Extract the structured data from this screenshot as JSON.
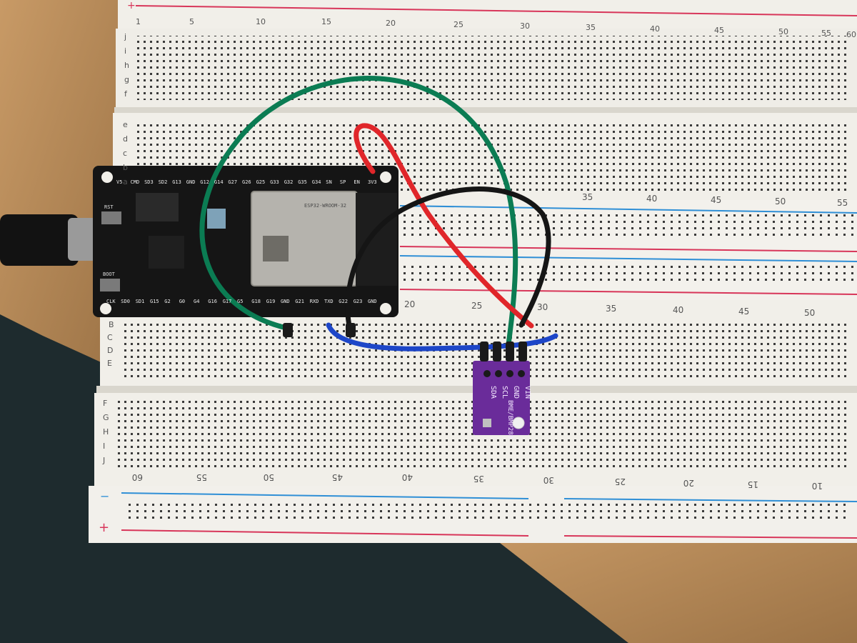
{
  "breadboard": {
    "top_numbers": [
      "1",
      "5",
      "10",
      "15",
      "20",
      "25",
      "30",
      "35",
      "40",
      "45",
      "50",
      "55",
      "60"
    ],
    "top_rows_hij": [
      "f",
      "g",
      "h",
      "i",
      "j"
    ],
    "top_rows_cde": [
      "a",
      "b",
      "c",
      "d",
      "e"
    ],
    "mid_numbers_upper": [
      "35",
      "40",
      "45",
      "50",
      "55"
    ],
    "mid_numbers_lower": [
      "20",
      "25",
      "30",
      "35",
      "40",
      "45",
      "50"
    ],
    "lower_rows_a": [
      "B",
      "C",
      "D",
      "E"
    ],
    "lower_rows_f": [
      "F",
      "G",
      "H",
      "I",
      "J"
    ],
    "bottom_numbers": [
      "60",
      "55",
      "50",
      "45",
      "40",
      "35",
      "30",
      "25",
      "20",
      "15",
      "10"
    ],
    "rail_minus": "−",
    "rail_plus": "+"
  },
  "esp32": {
    "module_text": "ESP32-WROOM-32",
    "top_pins": [
      "V5",
      "CMD",
      "SD3",
      "SD2",
      "G13",
      "GND",
      "G12",
      "G14",
      "G27",
      "G26",
      "G25",
      "G33",
      "G32",
      "G35",
      "G34",
      "SN",
      "SP",
      "EN",
      "3V3"
    ],
    "bottom_pins": [
      "CLK",
      "SD0",
      "SD1",
      "G15",
      "G2",
      "G0",
      "G4",
      "G16",
      "G17",
      "G5",
      "G18",
      "G19",
      "GND",
      "G21",
      "RXD",
      "TXD",
      "G22",
      "G23",
      "GND"
    ],
    "rst_label": "RST",
    "boot_label": "BOOT"
  },
  "sensor": {
    "pins": [
      "VIN",
      "GND",
      "SCL",
      "SDA"
    ],
    "name": "BME/BMP280"
  },
  "colors": {
    "wood": "#b88a58",
    "board": "#f1efe9",
    "rail_red": "#d8365a",
    "rail_blue": "#2f8fd6",
    "wire_green": "#0b7c53",
    "wire_red": "#e0262a",
    "wire_black": "#151515",
    "wire_blue": "#1d46c8",
    "sensor_purple": "#6a2c9a"
  }
}
